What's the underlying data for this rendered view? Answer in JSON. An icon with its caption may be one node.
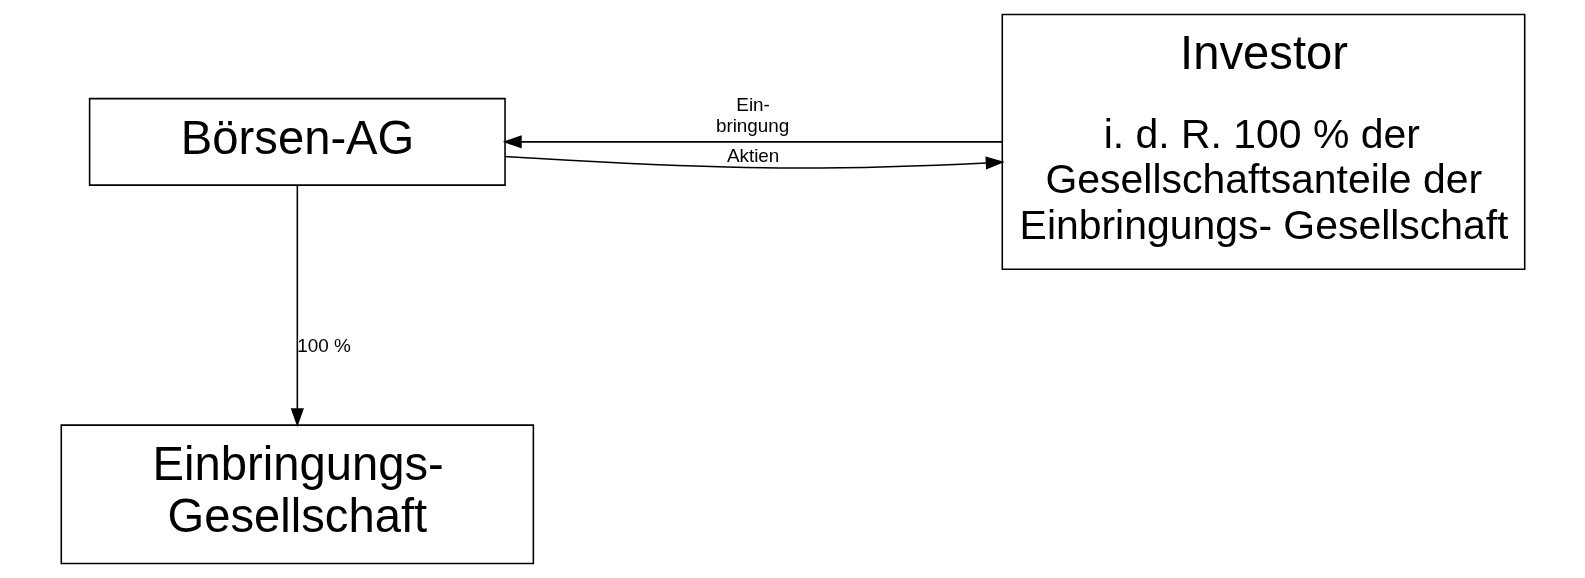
{
  "diagram": {
    "nodes": [
      {
        "text": [
          "Börsen-AG"
        ]
      },
      {
        "text": [
          "Einbringungs- Gesellschaft"
        ]
      },
      {
        "text": [
          "Investor",
          "i. d. R. 100 % der Gesellschaftsanteile der Einbringungs- Gesellschaft"
        ]
      }
    ],
    "edges": [
      {
        "from": 2,
        "to": 0,
        "arrow": "to",
        "label": "Ein- bringung"
      },
      {
        "from": 0,
        "to": 2,
        "arrow": "to",
        "label": "Aktien"
      },
      {
        "from": 0,
        "to": 1,
        "arrow": "to",
        "label": "100 %"
      }
    ]
  }
}
